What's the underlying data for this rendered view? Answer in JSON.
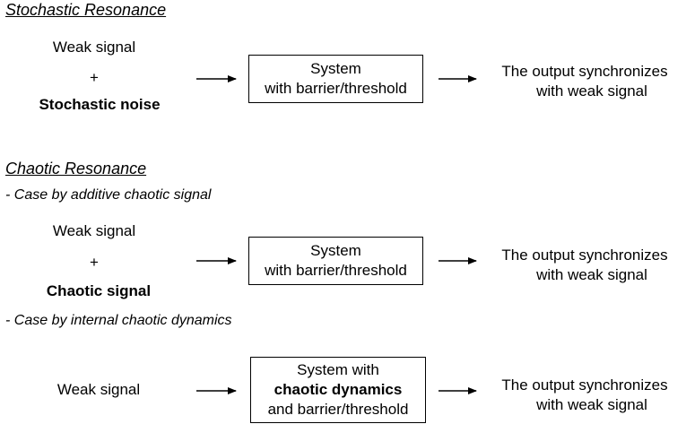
{
  "sections": {
    "stochastic": {
      "title": "Stochastic Resonance",
      "input_top": "Weak signal",
      "plus": "+",
      "input_bottom": "Stochastic noise",
      "system_line1": "System",
      "system_line2": "with barrier/threshold",
      "output_line1": "The output synchronizes",
      "output_line2": "with weak signal"
    },
    "chaotic": {
      "title": "Chaotic Resonance",
      "case_additive": {
        "label": "- Case by additive chaotic signal",
        "input_top": "Weak signal",
        "plus": "+",
        "input_bottom": "Chaotic signal",
        "system_line1": "System",
        "system_line2": "with barrier/threshold",
        "output_line1": "The output synchronizes",
        "output_line2": "with weak signal"
      },
      "case_internal": {
        "label": "- Case by internal chaotic dynamics",
        "input": "Weak signal",
        "system_line1": "System with",
        "system_line2": "chaotic dynamics",
        "system_line3": "and barrier/threshold",
        "output_line1": "The output synchronizes",
        "output_line2": "with weak signal"
      }
    }
  }
}
